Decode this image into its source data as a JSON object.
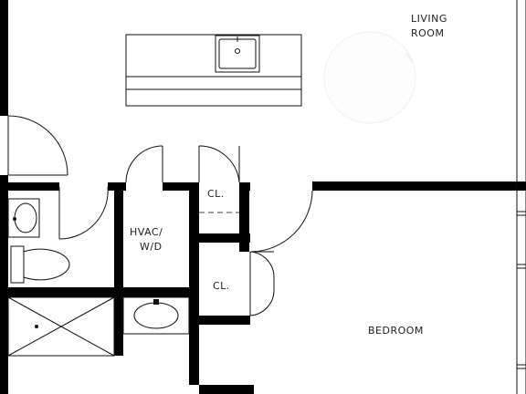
{
  "plan": {
    "labels": {
      "living_line1": "LIVING",
      "living_line2": "ROOM",
      "hvac_line1": "HVAC/",
      "hvac_line2": "W/D",
      "closet_upper": "CL.",
      "closet_lower": "CL.",
      "bedroom": "BEDROOM"
    }
  }
}
